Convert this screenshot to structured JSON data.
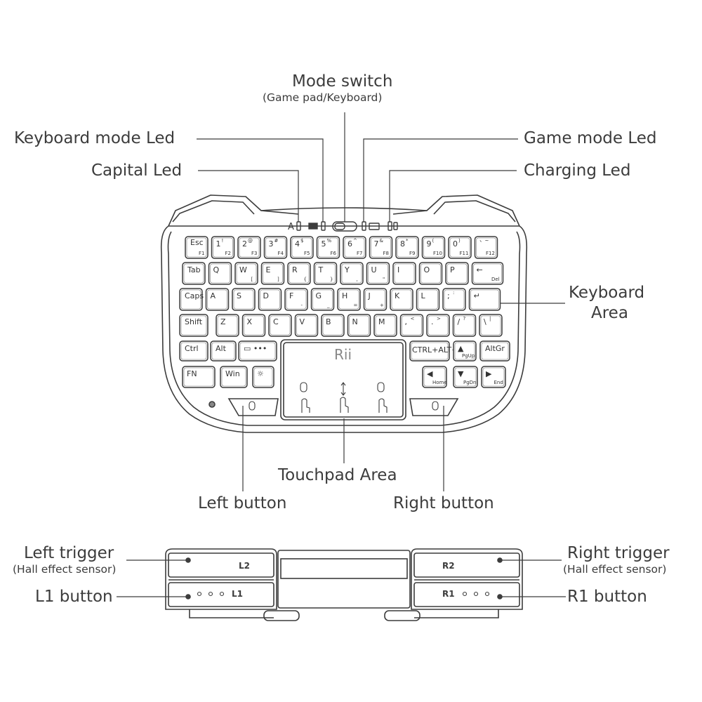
{
  "labels": {
    "mode_switch": "Mode switch",
    "mode_switch_sub": "(Game pad/Keyboard)",
    "keyboard_mode_led": "Keyboard mode Led",
    "game_mode_led": "Game mode Led",
    "capital_led": "Capital Led",
    "charging_led": "Charging Led",
    "keyboard_area_1": "Keyboard",
    "keyboard_area_2": "Area",
    "touchpad_area": "Touchpad Area",
    "left_button": "Left button",
    "right_button": "Right button",
    "left_trigger": "Left trigger",
    "left_trigger_sub": "(Hall effect sensor)",
    "right_trigger": "Right trigger",
    "right_trigger_sub": "(Hall effect sensor)",
    "l1_button": "L1 button",
    "r1_button": "R1 button"
  },
  "device": {
    "brand": "Rii",
    "led_capital_letter": "A",
    "shoulder_l2": "L2",
    "shoulder_l1": "L1",
    "shoulder_r2": "R2",
    "shoulder_r1": "R1"
  },
  "keyboard": {
    "rows": [
      [
        {
          "main": "Esc",
          "sub": "F1"
        },
        {
          "main": "1",
          "top": "!",
          "sub": "F2"
        },
        {
          "main": "2",
          "top": "@",
          "sub": "F3"
        },
        {
          "main": "3",
          "top": "#",
          "sub": "F4"
        },
        {
          "main": "4",
          "top": "$",
          "sub": "F5"
        },
        {
          "main": "5",
          "top": "%",
          "sub": "F6"
        },
        {
          "main": "6",
          "top": "^",
          "sub": "F7"
        },
        {
          "main": "7",
          "top": "&",
          "sub": "F8"
        },
        {
          "main": "8",
          "top": "*",
          "sub": "F9"
        },
        {
          "main": "9",
          "top": "(",
          "sub": "F10"
        },
        {
          "main": "0",
          "top": ")",
          "sub": "F11"
        },
        {
          "main": "`",
          "top": "~",
          "sub": "F12"
        }
      ],
      [
        {
          "main": "Tab"
        },
        {
          "main": "Q"
        },
        {
          "main": "W",
          "sub": "["
        },
        {
          "main": "E",
          "sub": "]"
        },
        {
          "main": "R",
          "sub": "{"
        },
        {
          "main": "T",
          "sub": "}"
        },
        {
          "main": "Y",
          "sub": ","
        },
        {
          "main": "U",
          "sub": "\""
        },
        {
          "main": "I"
        },
        {
          "main": "O"
        },
        {
          "main": "P"
        },
        {
          "main": "←",
          "sub": "Del"
        }
      ],
      [
        {
          "main": "Caps"
        },
        {
          "main": "A"
        },
        {
          "main": "S"
        },
        {
          "main": "D"
        },
        {
          "main": "F",
          "sub": "-"
        },
        {
          "main": "G",
          "sub": "_"
        },
        {
          "main": "H",
          "sub": "="
        },
        {
          "main": "J",
          "sub": "+"
        },
        {
          "main": "K"
        },
        {
          "main": "L"
        },
        {
          "main": ";",
          "top": ":"
        },
        {
          "main": "↵"
        }
      ],
      [
        {
          "main": "Shift"
        },
        {
          "main": "Z"
        },
        {
          "main": "X"
        },
        {
          "main": "C"
        },
        {
          "main": "V"
        },
        {
          "main": "B"
        },
        {
          "main": "N"
        },
        {
          "main": "M"
        },
        {
          "main": ",",
          "top": "<"
        },
        {
          "main": ".",
          "top": ">"
        },
        {
          "main": "/",
          "top": "?"
        },
        {
          "main": "\\",
          "top": "|"
        }
      ]
    ],
    "left_cluster": [
      {
        "main": "Ctrl"
      },
      {
        "main": "Alt"
      },
      {
        "main": "▭ •••"
      },
      {
        "main": "FN"
      },
      {
        "main": "Win"
      },
      {
        "main": "☼"
      }
    ],
    "right_cluster": [
      {
        "main": "CTRL+ALT+DEL"
      },
      {
        "main": "▲",
        "sub": "PgUp"
      },
      {
        "main": "AltGr"
      },
      {
        "main": "◀",
        "sub": "Home"
      },
      {
        "main": "▼",
        "sub": "PgDn"
      },
      {
        "main": "▶",
        "sub": "End"
      }
    ]
  },
  "icons": [
    "mouse-icon",
    "finger-icon",
    "scroll-arrow-icon",
    "keyboard-icon",
    "gamepad-icon",
    "battery-icon",
    "light-icon"
  ],
  "colors": {
    "line": "#3c3c3c",
    "text": "#3c3c3c",
    "background": "#ffffff"
  }
}
